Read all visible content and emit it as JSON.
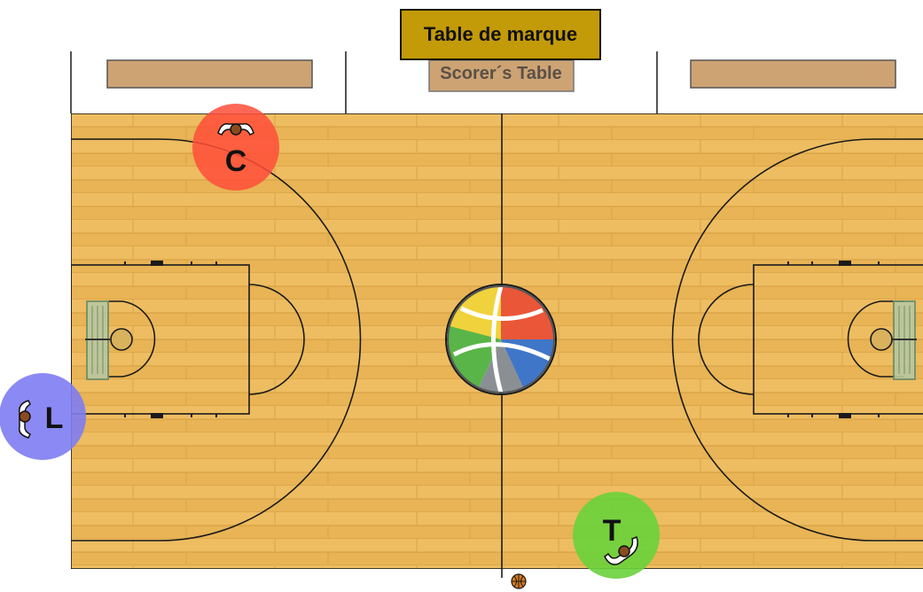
{
  "header": {
    "title": "Table de marque"
  },
  "scorer_table": {
    "label": "Scorer´s Table"
  },
  "officials": [
    {
      "letter": "C",
      "color": "#ff4d3a"
    },
    {
      "letter": "L",
      "color": "#7e7cf2"
    },
    {
      "letter": "T",
      "color": "#69d23b"
    }
  ],
  "colors": {
    "floor": "#e8b455",
    "floor_plank": "#d39d3e",
    "lines": "#1a1a1a",
    "benches": "#cda374",
    "title_box": "#c39a07"
  }
}
